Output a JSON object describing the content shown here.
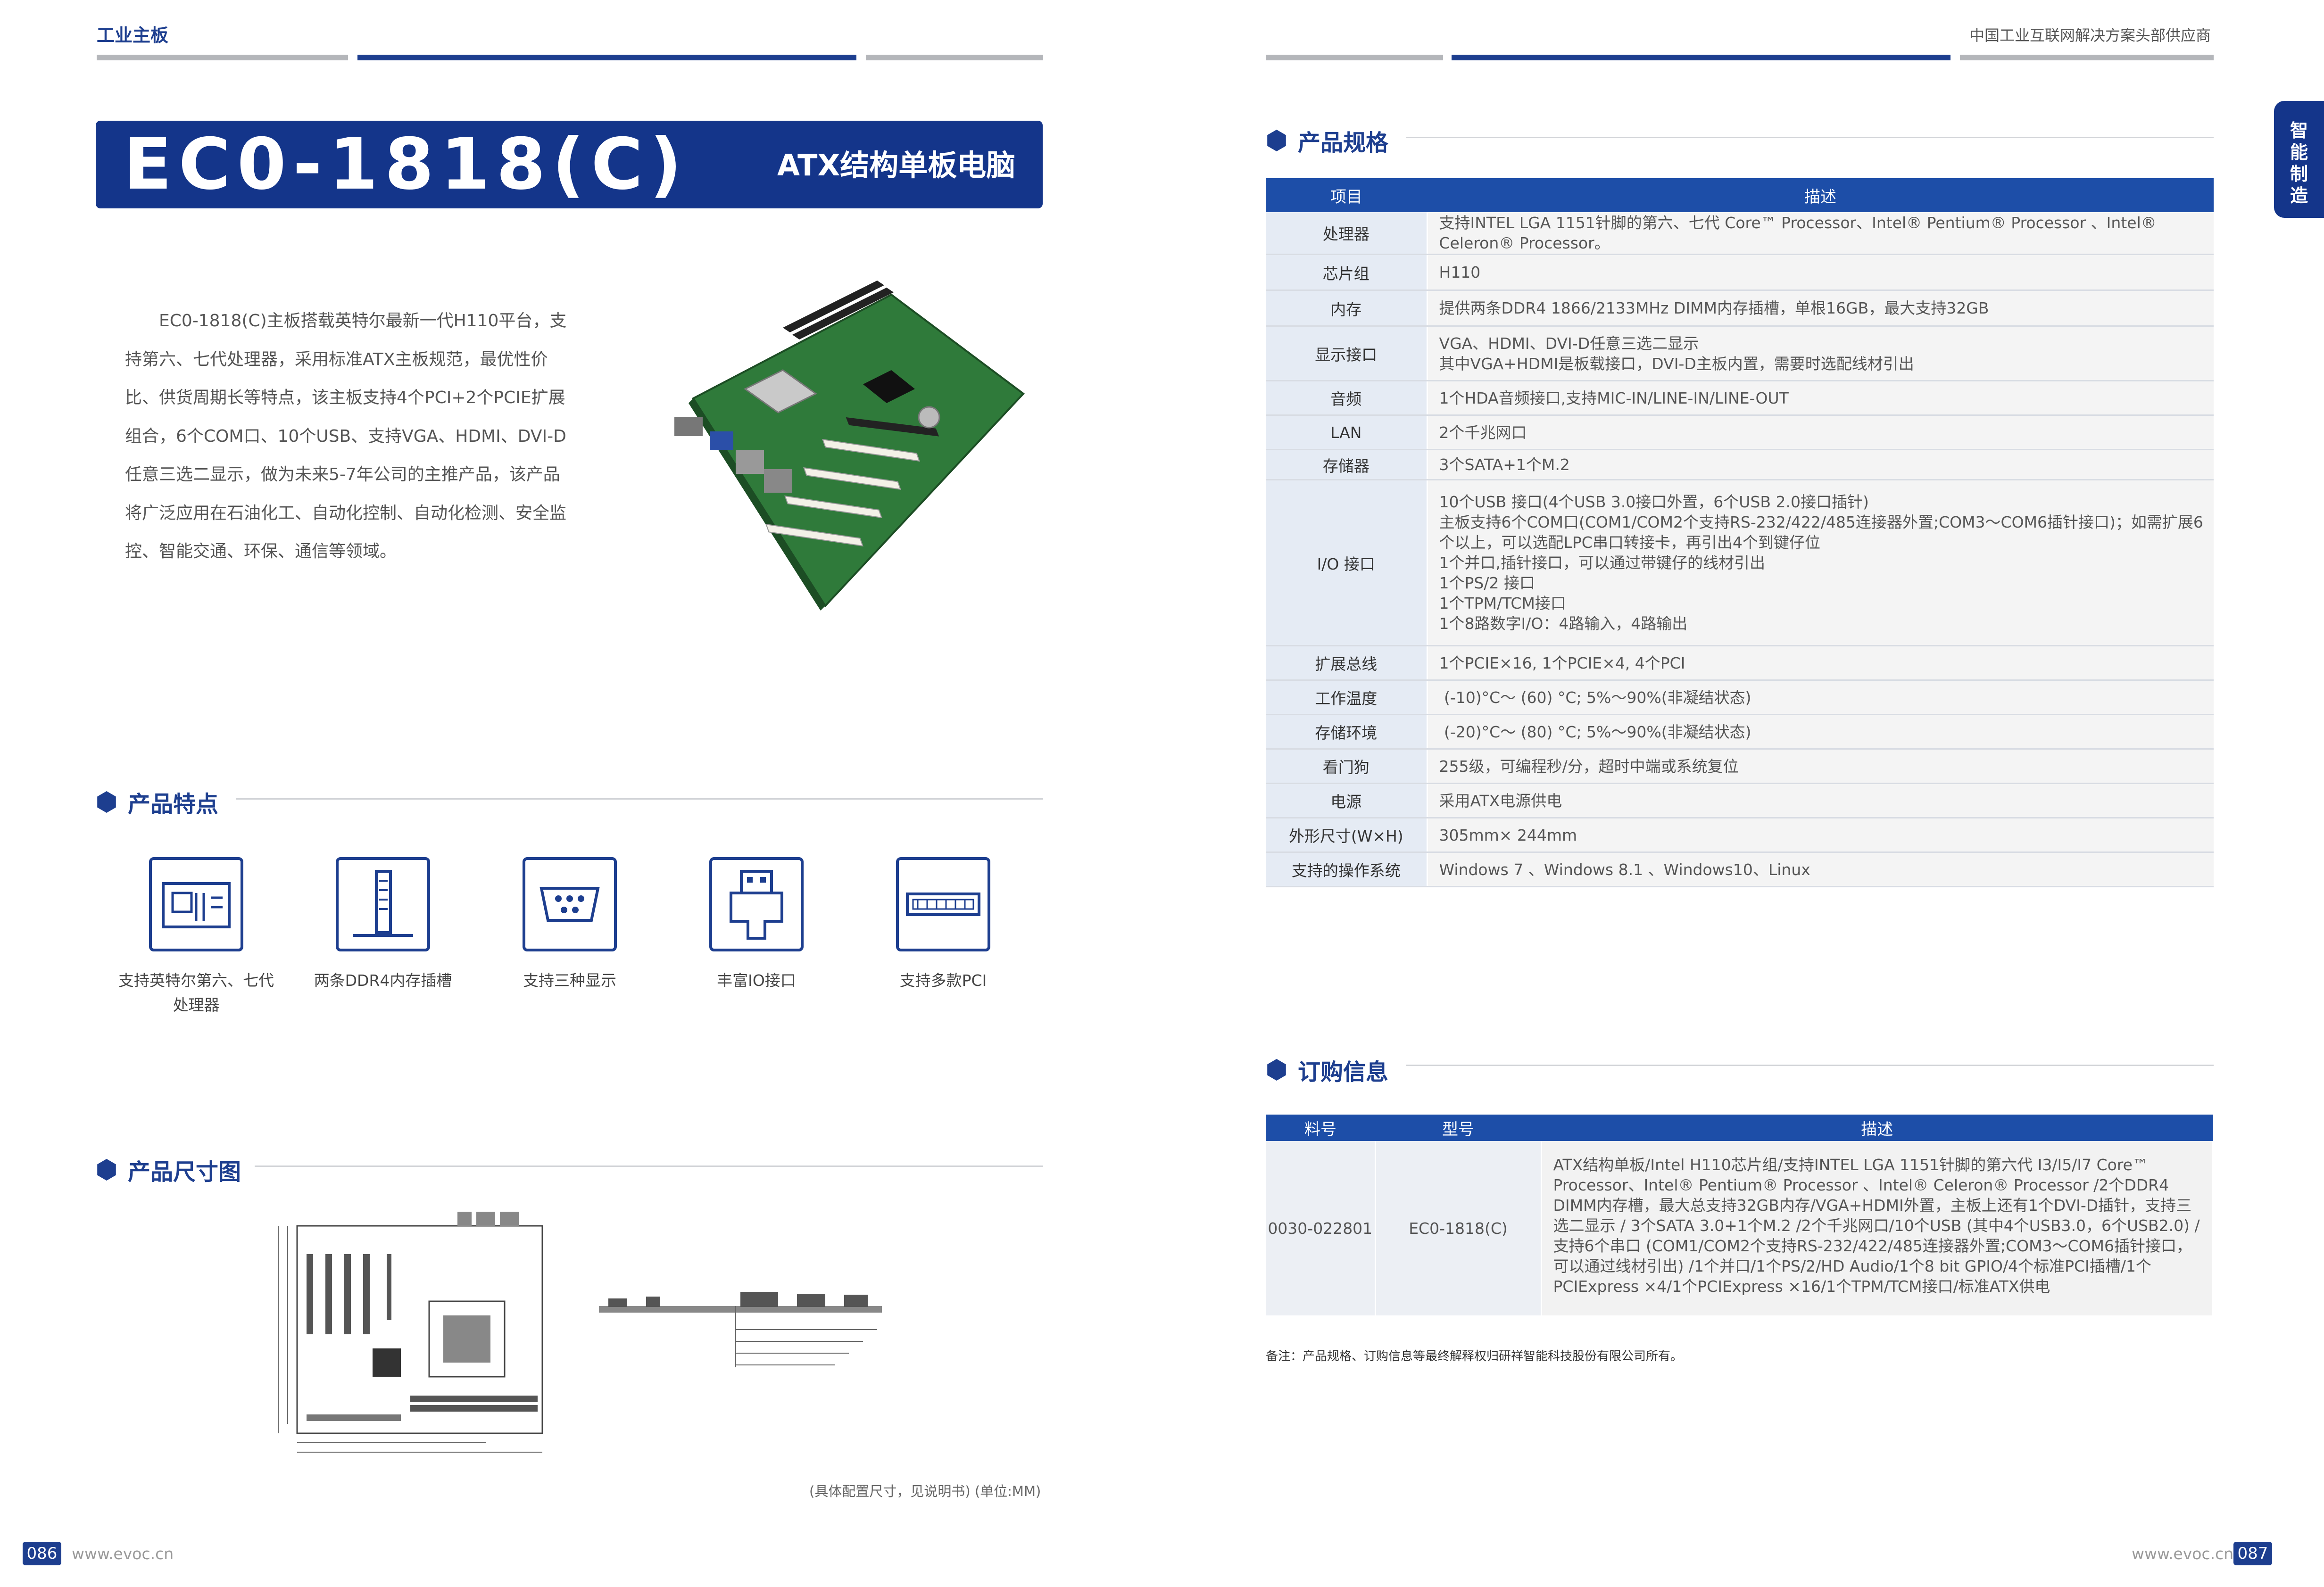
{
  "header": {
    "left_title": "工业主板",
    "right_tagline": "中国工业互联网解决方案头部供应商"
  },
  "product": {
    "model": "EC0-1818(C)",
    "subtitle": "ATX结构单板电脑",
    "intro": "EC0-1818(C)主板搭载英特尔最新一代H110平台，支持第六、七代处理器，采用标准ATX主板规范，最优性价比、供货周期长等特点，该主板支持4个PCI+2个PCIE扩展组合，6个COM口、10个USB、支持VGA、HDMI、DVI-D任意三选二显示，做为未来5-7年公司的主推产品，该产品将广泛应用在石油化工、自动化控制、自动化检测、安全监控、智能交通、环保、通信等领域。"
  },
  "features": {
    "title": "产品特点",
    "items": [
      {
        "label": "支持英特尔第六、七代处理器",
        "icon": "cpu-board-icon"
      },
      {
        "label": "两条DDR4内存插槽",
        "icon": "memory-slot-icon"
      },
      {
        "label": "支持三种显示",
        "icon": "display-port-icon"
      },
      {
        "label": "丰富IO接口",
        "icon": "usb-plug-icon"
      },
      {
        "label": "支持多款PCI",
        "icon": "pci-card-icon"
      }
    ]
  },
  "dimensions": {
    "title": "产品尺寸图",
    "note": "(具体配置尺寸，见说明书) (单位:MM)"
  },
  "specs": {
    "title": "产品规格",
    "col_item": "项目",
    "col_desc": "描述",
    "rows": [
      {
        "k": "处理器",
        "v": "支持INTEL LGA 1151针脚的第六、七代 Core™ Processor、Intel® Pentium® Processor 、Intel® Celeron® Processor。"
      },
      {
        "k": "芯片组",
        "v": "H110"
      },
      {
        "k": "内存",
        "v": "提供两条DDR4 1866/2133MHz DIMM内存插槽，单根16GB，最大支持32GB"
      },
      {
        "k": "显示接口",
        "v": "VGA、HDMI、DVI-D任意三选二显示\n其中VGA+HDMI是板载接口，DVI-D主板内置，需要时选配线材引出"
      },
      {
        "k": "音频",
        "v": "1个HDA音频接口,支持MIC-IN/LINE-IN/LINE-OUT"
      },
      {
        "k": "LAN",
        "v": "2个千兆网口"
      },
      {
        "k": "存储器",
        "v": "3个SATA+1个M.2"
      },
      {
        "k": "I/O 接口",
        "v": "10个USB 接口(4个USB 3.0接口外置，6个USB 2.0接口插针)\n主板支持6个COM口(COM1/COM2个支持RS-232/422/485连接器外置;COM3～COM6插针接口)；如需扩展6个以上，可以选配LPC串口转接卡，再引出4个到键仔位\n1个并口,插针接口，可以通过带键仔的线材引出\n1个PS/2 接口\n1个TPM/TCM接口\n1个8路数字I/O：4路输入，4路输出"
      },
      {
        "k": "扩展总线",
        "v": "1个PCIE×16, 1个PCIE×4, 4个PCI"
      },
      {
        "k": "工作温度",
        "v": " (-10)°C～ (60) °C; 5%～90%(非凝结状态)"
      },
      {
        "k": "存储环境",
        "v": " (-20)°C～ (80) °C; 5%～90%(非凝结状态)"
      },
      {
        "k": "看门狗",
        "v": "255级，可编程秒/分，超时中端或系统复位"
      },
      {
        "k": "电源",
        "v": "采用ATX电源供电"
      },
      {
        "k": "外形尺寸(W×H)",
        "v": "305mm× 244mm"
      },
      {
        "k": "支持的操作系统",
        "v": "Windows 7 、Windows 8.1 、Windows10、Linux"
      }
    ]
  },
  "ordering": {
    "title": "订购信息",
    "col_part": "料号",
    "col_model": "型号",
    "col_desc": "描述",
    "part": "0030-022801",
    "model": "EC0-1818(C)",
    "desc": "ATX结构单板/Intel H110芯片组/支持INTEL LGA 1151针脚的第六代 I3/I5/I7 Core™ Processor、Intel® Pentium® Processor 、Intel® Celeron® Processor /2个DDR4 DIMM内存槽，最大总支持32GB内存/VGA+HDMI外置，主板上还有1个DVI-D插针，支持三选二显示 / 3个SATA 3.0+1个M.2 /2个千兆网口/10个USB (其中4个USB3.0，6个USB2.0) /支持6个串口 (COM1/COM2个支持RS-232/422/485连接器外置;COM3～COM6插针接口，可以通过线材引出) /1个并口/1个PS/2/HD Audio/1个8 bit GPIO/4个标准PCI插槽/1个PCIExpress ×4/1个PCIExpress ×16/1个TPM/TCM接口/标准ATX供电",
    "note": "备注：产品规格、订购信息等最终解释权归研祥智能科技股份有限公司所有。"
  },
  "side_tab": [
    "智",
    "能",
    "制",
    "造"
  ],
  "footer": {
    "left_page": "086",
    "left_url": "www.evoc.cn",
    "right_page": "087",
    "right_url": "www.evoc.cn"
  },
  "colors": {
    "brand_blue": "#1d3e8f",
    "table_header": "#1d4ea8",
    "board_green": "#2f7a3a"
  }
}
